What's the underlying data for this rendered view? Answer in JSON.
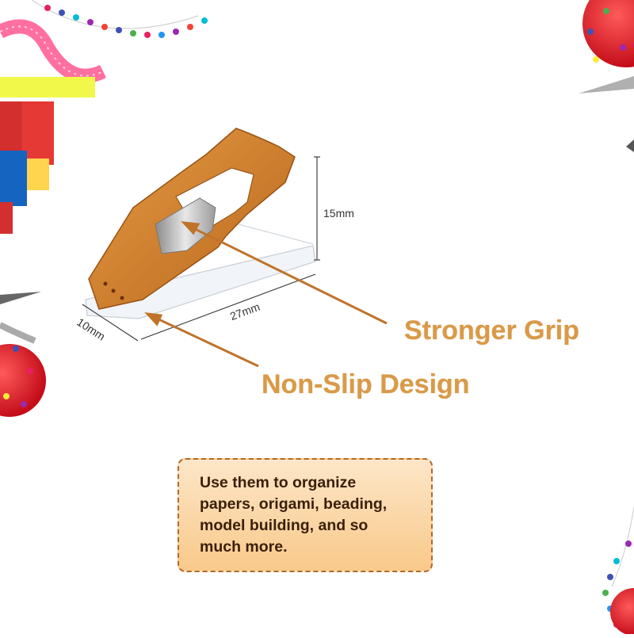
{
  "product": {
    "name": "Plastic sewing clip",
    "accent_color": "#d89a4a",
    "clip_color": "#d1852e"
  },
  "dimensions": {
    "height_label": "15mm",
    "length_label": "27mm",
    "width_label": "10mm"
  },
  "features": {
    "grip_label": "Stronger Grip",
    "nonslip_label": "Non-Slip Design"
  },
  "info_box": {
    "lines": [
      "Use them to organize",
      "papers, origami, beading,",
      "model building, and so",
      "much more."
    ]
  },
  "decorations": [
    "pin-beads-icon",
    "measuring-tape-icon",
    "thread-spools-icon",
    "pincushion-icon",
    "scissors-icon"
  ]
}
